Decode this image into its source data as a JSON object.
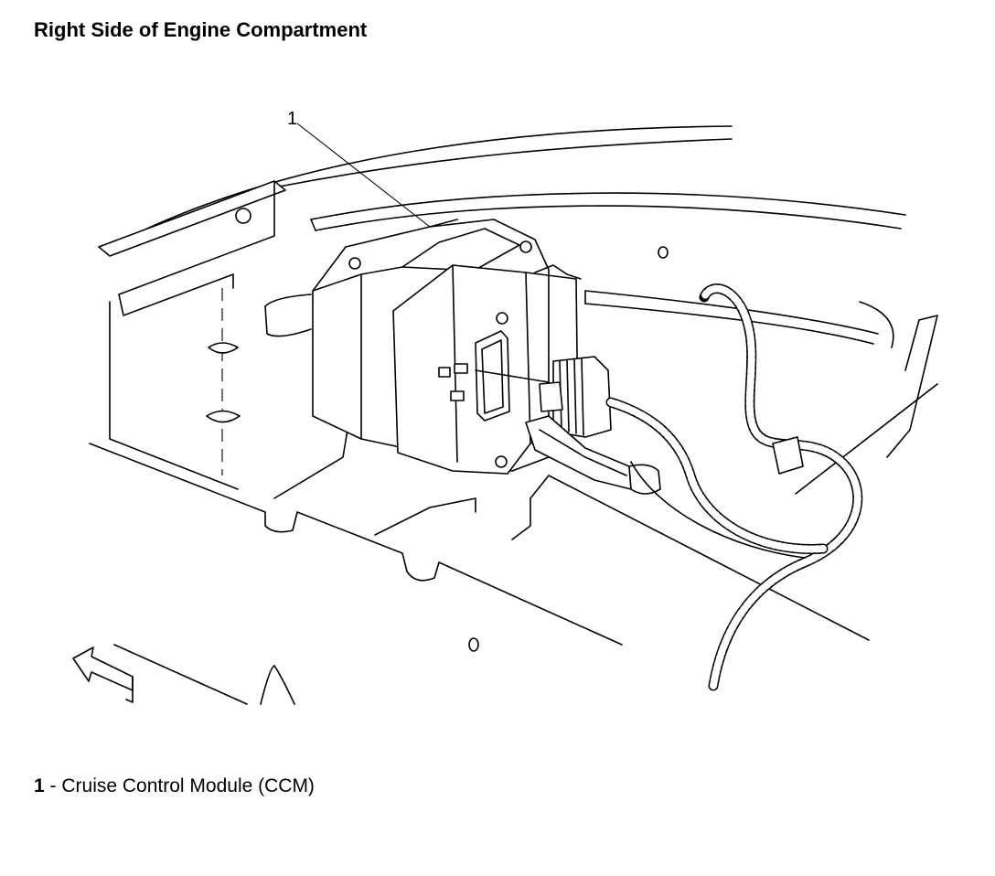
{
  "title": "Right Side of Engine Compartment",
  "callouts": [
    {
      "number": "1"
    }
  ],
  "legend": [
    {
      "number": "1",
      "separator": " - ",
      "label": "Cruise Control Module (CCM)"
    }
  ]
}
